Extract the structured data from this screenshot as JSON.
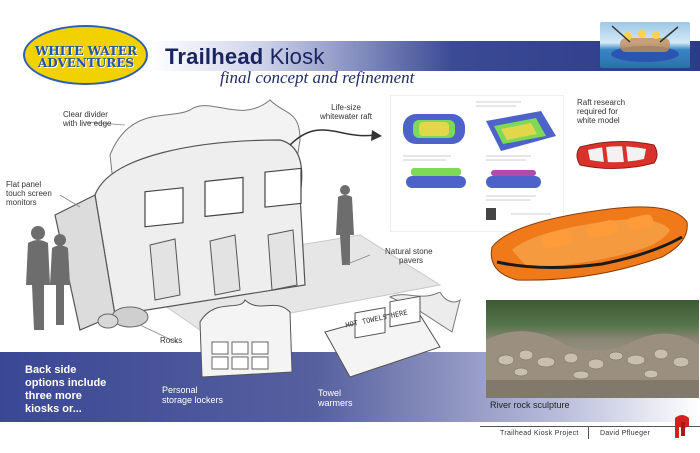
{
  "logo": {
    "line1": "WHITE WATER",
    "line2": "ADVENTURES"
  },
  "header": {
    "title_bold": "Trailhead",
    "title_regular": " Kiosk",
    "subtitle": "final concept and refinement"
  },
  "labels": {
    "clear_divider": [
      "Clear divider",
      "with live edge"
    ],
    "flat_panel": [
      "Flat panel",
      "touch screen",
      "monitors"
    ],
    "life_size_raft": [
      "Life-size",
      "whitewater raft"
    ],
    "raft_research": [
      "Raft research",
      "required for",
      "white model"
    ],
    "natural_stone": [
      "Natural stone",
      "pavers"
    ],
    "rocks": "Rocks",
    "back_side": [
      "Back side",
      "options include",
      "three more",
      "kiosks or..."
    ],
    "personal_storage": [
      "Personal",
      "storage lockers"
    ],
    "towel_warmers": [
      "Towel",
      "warmers"
    ],
    "river_rock": "River rock sculpture",
    "hot_towels_sign": "HOT TOWELS HERE"
  },
  "footer": {
    "project": "Trailhead Kiosk Project",
    "author": "David Pflueger"
  },
  "colors": {
    "brand_navy": "#2c3b88",
    "logo_yellow": "#f2d100",
    "raft_orange": "#f07a1a",
    "raft_red": "#d8322b"
  }
}
